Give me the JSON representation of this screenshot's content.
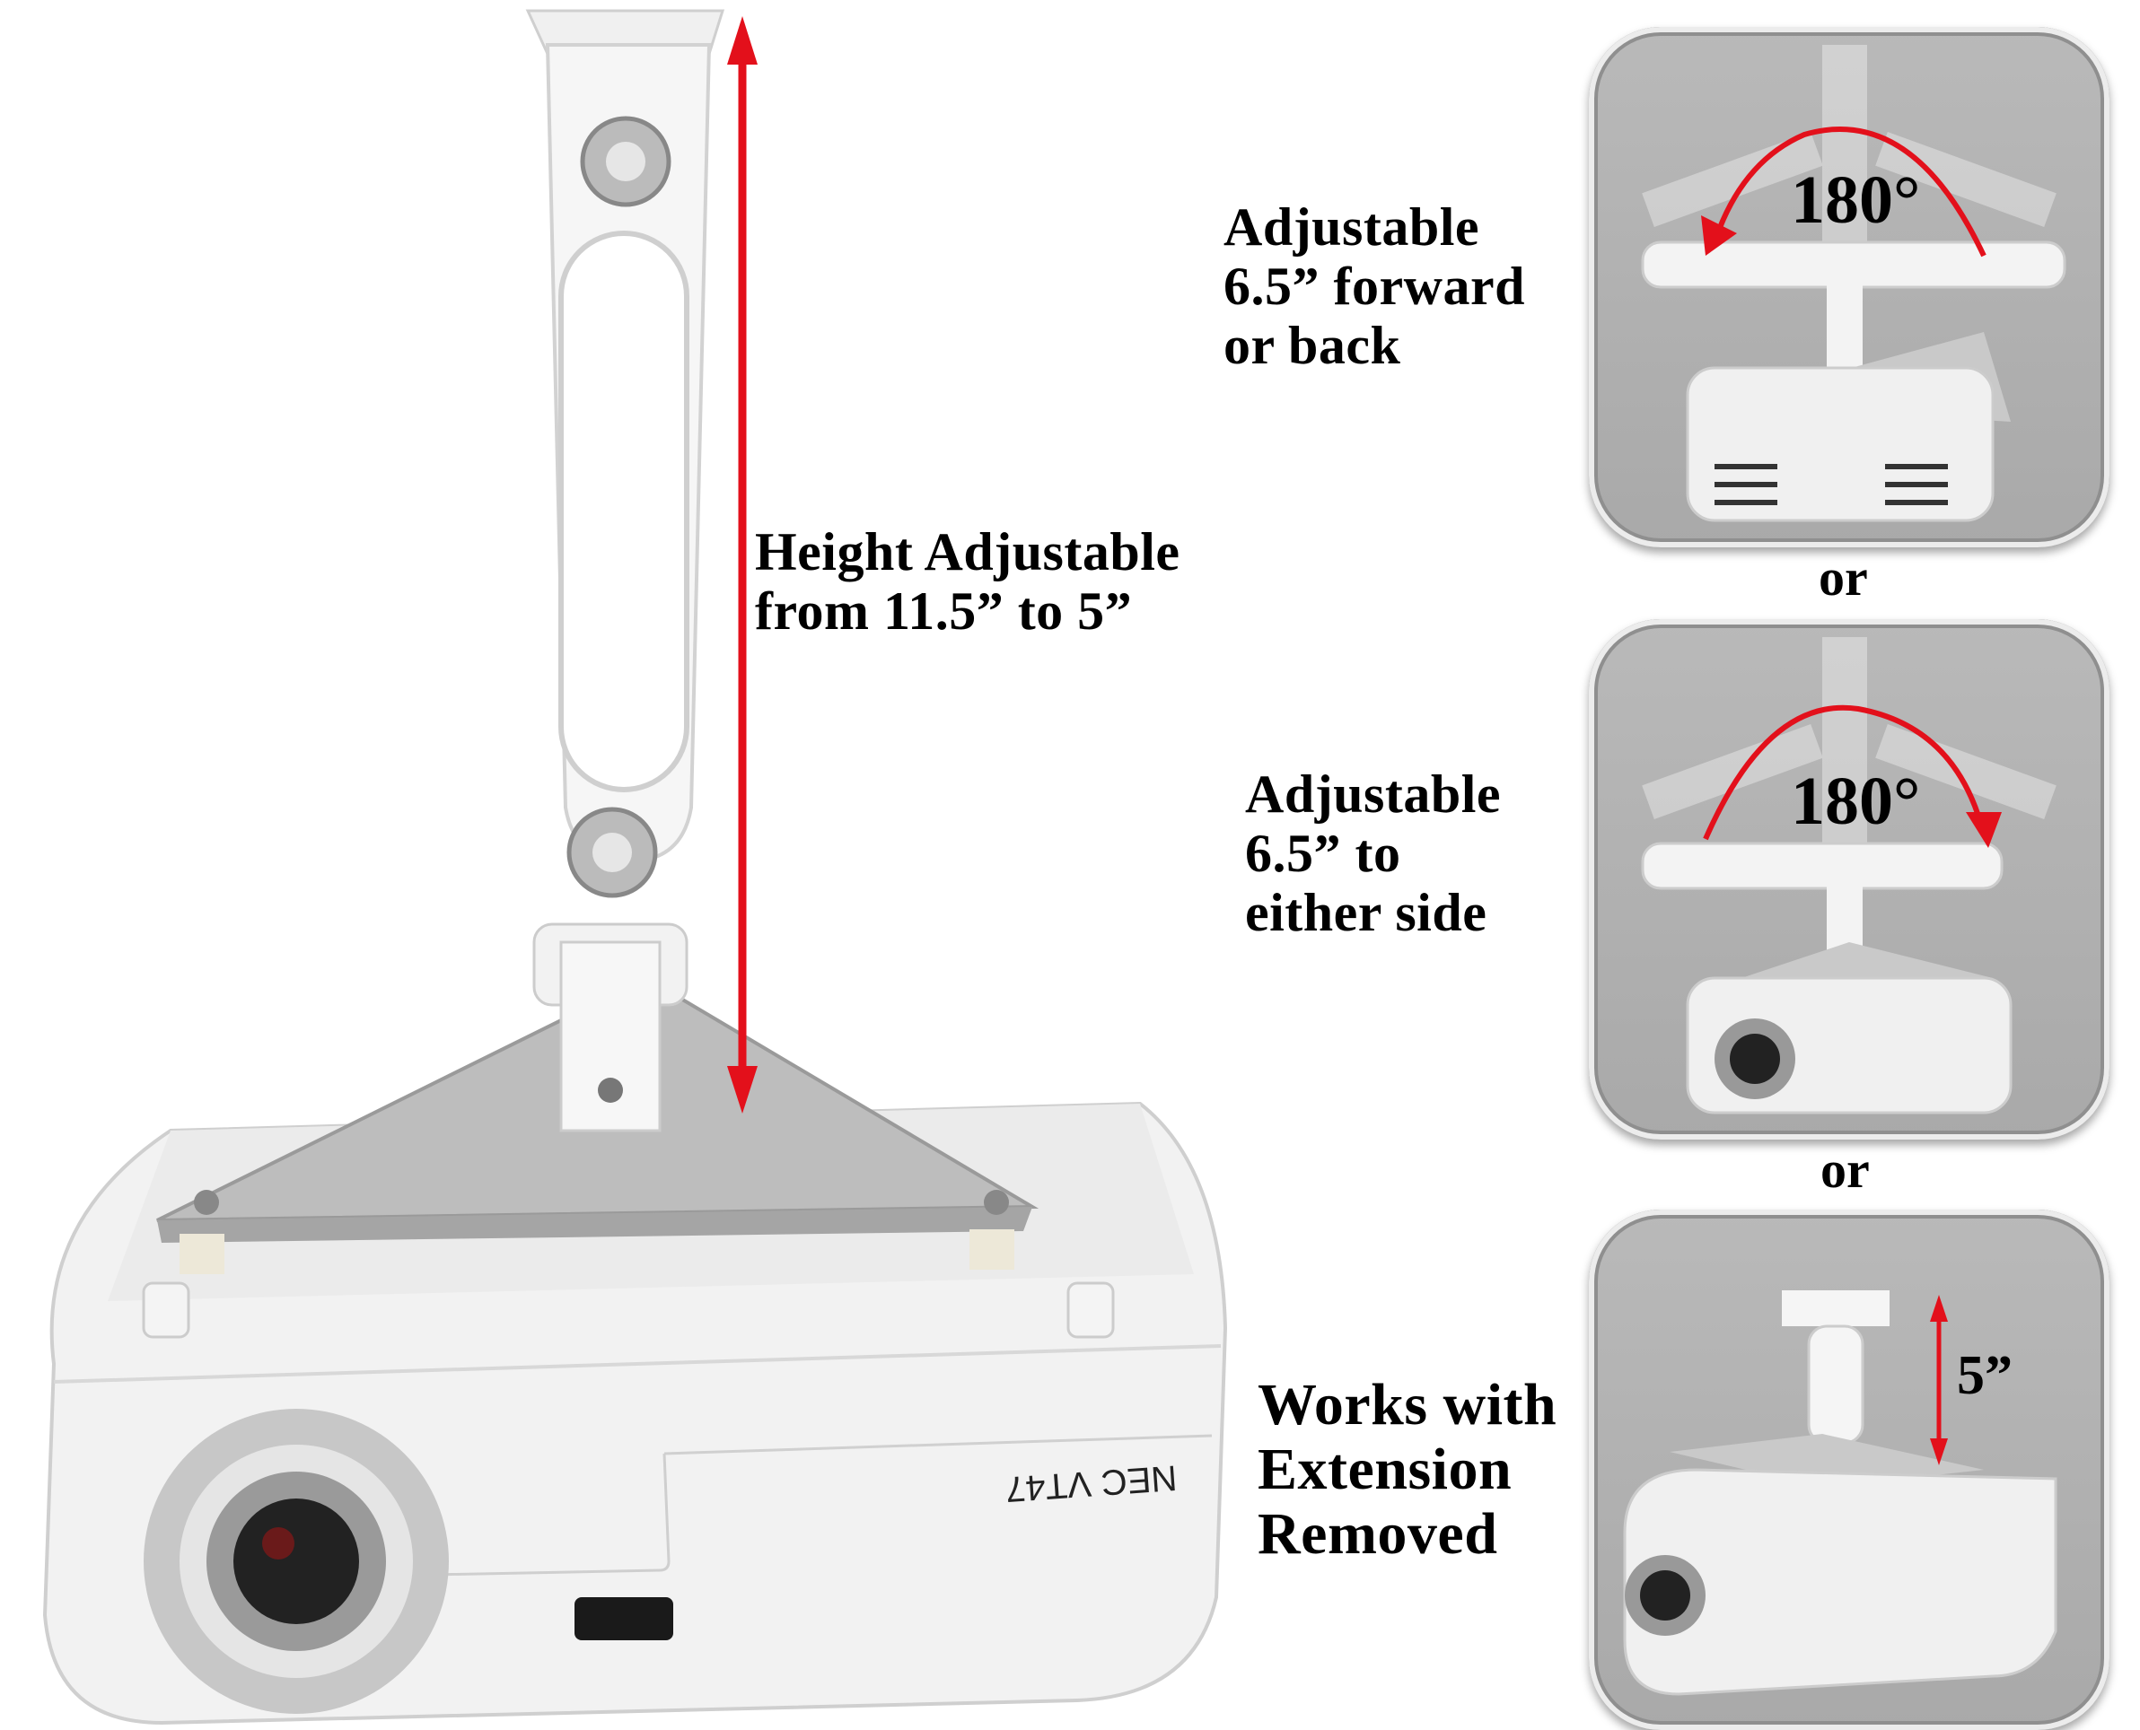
{
  "main": {
    "height_caption": [
      "Height Adjustable",
      "from 11.5” to 5”"
    ],
    "projector_label": "NEC VT47"
  },
  "panels": [
    {
      "caption": [
        "Adjustable",
        "6.5” forward",
        "or back"
      ],
      "angle_label": "180°"
    },
    {
      "caption": [
        "Adjustable",
        "6.5” to",
        "either side"
      ],
      "angle_label": "180°"
    },
    {
      "caption": [
        "Works with",
        "Extension",
        "Removed"
      ],
      "height_label": "5”"
    }
  ],
  "separators": [
    "or",
    "or"
  ],
  "colors": {
    "arrow": "#e3101b",
    "panel_bg": "#b0b0b0",
    "text": "#000000"
  }
}
